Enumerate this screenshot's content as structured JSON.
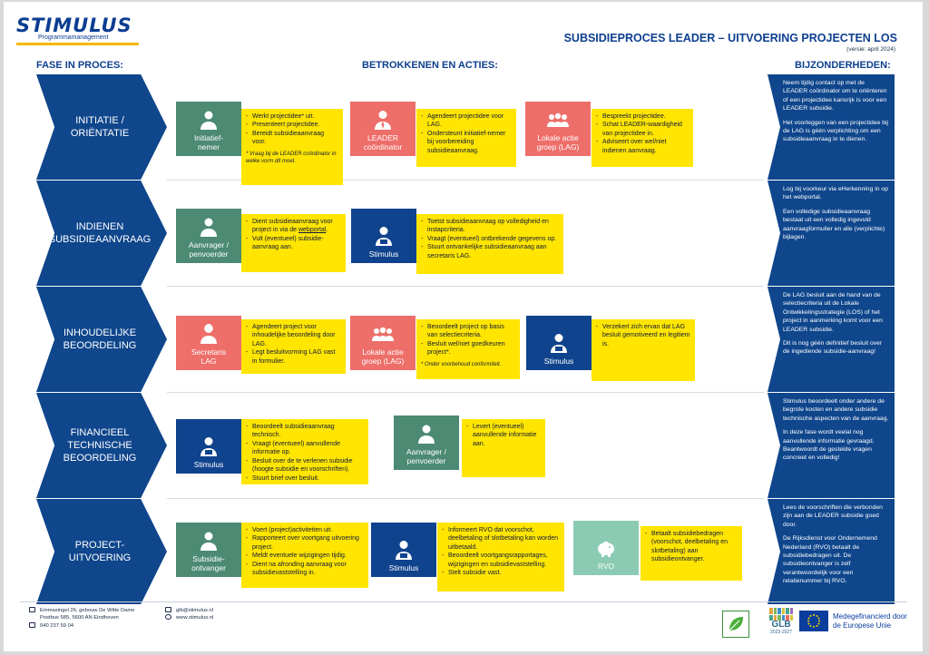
{
  "header": {
    "logo_text": "STIMULUS",
    "logo_subtitle": "Programmamanagement",
    "title": "SUBSIDIEPROCES LEADER – UITVOERING PROJECTEN LOS",
    "version": "(versie: april 2024)"
  },
  "columns": {
    "phase": "FASE IN PROCES:",
    "actors": "BETROKKENEN EN ACTIES:",
    "details": "BIJZONDERHEDEN:"
  },
  "phases": [
    {
      "label": "INITIATIE /\nORIËNTATIE",
      "actors": [
        {
          "label": "Initiatief-\nnemer",
          "color": "#4c8a73",
          "icon": "person-icon",
          "actions": [
            "Werkt projectidee* uit.",
            "Presenteert projectidee.",
            "Bereidt subsidieaanvraag voor."
          ],
          "footnote": "* Vraag bij de LEADER coördinator in welke vorm dit moet."
        },
        {
          "label": "LEADER\ncoördinator",
          "color": "#ee6e6a",
          "icon": "coordinator-icon",
          "actions": [
            "Agendeert projectidee voor LAG.",
            "Ondersteunt initiatief-nemer bij voorbereiding subsidieaanvraag."
          ]
        },
        {
          "label": "Lokale actie\ngroep (LAG)",
          "color": "#ee6e6a",
          "icon": "group-icon",
          "actions": [
            "Bespreekt projectidee.",
            "Schat LEADER-waardigheid van projectidee in.",
            "Adviseert over wel/niet indienen aanvraag."
          ]
        }
      ],
      "details": [
        "Neem tijdig contact op met de LEADER coördinator om te oriënteren of een projectidee kansrijk is voor een LEADER subsidie.",
        "Het voorleggen van een projectidee bij de LAG is géén verplichting om een subsidieaanvraag in te dienen."
      ]
    },
    {
      "label": "INDIENEN\nSUBSIDIEAANVRAAG",
      "actors": [
        {
          "label": "Aanvrager /\npenvoerder",
          "color": "#4c8a73",
          "icon": "person-icon",
          "actions": [
            "Dient subsidieaanvraag voor project in via de webportal.",
            "Vult (eventueel) subsidie-aanvraag aan."
          ]
        },
        {
          "label": "Stimulus",
          "color": "#10438d",
          "icon": "stimulus-worker-icon",
          "actions": [
            "Toetst subsidieaanvraag op volledigheid en instapcriteria.",
            "Vraagt (eventueel) ontbrekende gegevens op.",
            "Stuurt ontvankelijke subsidieaanvraag aan secretaris LAG."
          ]
        }
      ],
      "details": [
        "Log bij voorkeur via eHerkenning in op het webportal.",
        "Een volledige subsidieaanvraag bestaat uit een volledig ingevuld aanvraagformulier en alle (verplichte) bijlagen."
      ]
    },
    {
      "label": "INHOUDELIJKE\nBEOORDELING",
      "actors": [
        {
          "label": "Secretaris\nLAG",
          "color": "#ee6e6a",
          "icon": "secretary-icon",
          "actions": [
            "Agendeert project voor inhoudelijke beoordeling door LAG.",
            "Legt besluitvorming LAG vast in formulier."
          ]
        },
        {
          "label": "Lokale actie\ngroep (LAG)",
          "color": "#ee6e6a",
          "icon": "group-icon",
          "actions": [
            "Beoordeelt project op basis van selectiecriteria.",
            "Besluit wel/niet goedkeuren project*."
          ],
          "footnote": "* Onder voorbehoud conformiteit."
        },
        {
          "label": "Stimulus",
          "color": "#10438d",
          "icon": "stimulus-worker-icon",
          "actions": [
            "Verzekert zich ervan dat LAG besluit gemotiveerd en legitiem is."
          ]
        }
      ],
      "details": [
        "De LAG besluit aan de hand van de selectiecriteria uit de Lokale Ontwikkelingsstrategie (LOS) of het project in aanmerking komt voor een LEADER subsidie.",
        "Dit is nog géén definitief besluit over de ingediende subsidie-aanvraag!"
      ]
    },
    {
      "label": "FINANCIEEL\nTECHNISCHE\nBEOORDELING",
      "actors": [
        {
          "label": "Stimulus",
          "color": "#10438d",
          "icon": "stimulus-worker-icon",
          "actions": [
            "Beoordeelt subsidieaanvraag technisch.",
            "Vraagt (eventueel) aanvullende informatie op.",
            "Besluit over de te verlenen subsidie (hoogte subsidie en voorschriften).",
            "Stuurt brief over besluit."
          ]
        },
        {
          "label": "Aanvrager /\npenvoerder",
          "color": "#4c8a73",
          "icon": "person-icon",
          "actions": [
            "Levert (eventueel) aanvullende informatie aan."
          ]
        }
      ],
      "details": [
        "Stimulus beoordeelt onder andere de begrote kosten en andere subsidie technische aspecten van de aanvraag.",
        "In deze fase wordt veelal nog aanvullende informatie gevraagd.",
        "Beantwoordt de gestelde vragen concreet en volledig!"
      ]
    },
    {
      "label": "PROJECT-\nUITVOERING",
      "actors": [
        {
          "label": "Subsidie-\nontvanger",
          "color": "#4c8a73",
          "icon": "person-icon",
          "actions": [
            "Voert (project)activiteiten uit.",
            "Rapporteert over voortgang uitvoering project.",
            "Meldt eventuele wijzigingen tijdig.",
            "Dient na afronding aanvraag voor subsidievaststelling in."
          ]
        },
        {
          "label": "Stimulus",
          "color": "#10438d",
          "icon": "stimulus-worker-icon",
          "actions": [
            "Informeert RVO dat voorschot, deelbetaling of slotbetaling kan worden uitbetaald.",
            "Beoordeelt voortgangsrapportages, wijzigingen en subsidievaststelling.",
            "Stelt subsidie vast."
          ]
        },
        {
          "label": "RVO",
          "color": "#8ccbb3",
          "icon": "piggy-bank-icon",
          "actions": [
            "Betaalt subsidiebedragen (voorschot, deelbetaling en slotbetaling) aan subsidieontvanger."
          ]
        }
      ],
      "details": [
        "Lees de voorschriften die verbonden zijn aan de LEADER subsidie goed door.",
        "De Rijksdienst voor Ondernemend Nederland (RVO) betaalt de subsidiebedragen uit. De subsidieontvanger is zelf verantwoordelijk voor een relatienummer bij RVO."
      ]
    }
  ],
  "footer": {
    "address1": "Emmasingel 26, gebouw De Witte Dame",
    "address2": "Postbus 585, 5600 AN Eindhoven",
    "phone": "040 237 59 04",
    "email": "glb@stimulus.nl",
    "website": "www.stimulus.nl",
    "glb_text": "GLB",
    "glb_years": "2023-2027",
    "eu_text1": "Medegefinancierd door",
    "eu_text2": "de Europese Unie"
  }
}
